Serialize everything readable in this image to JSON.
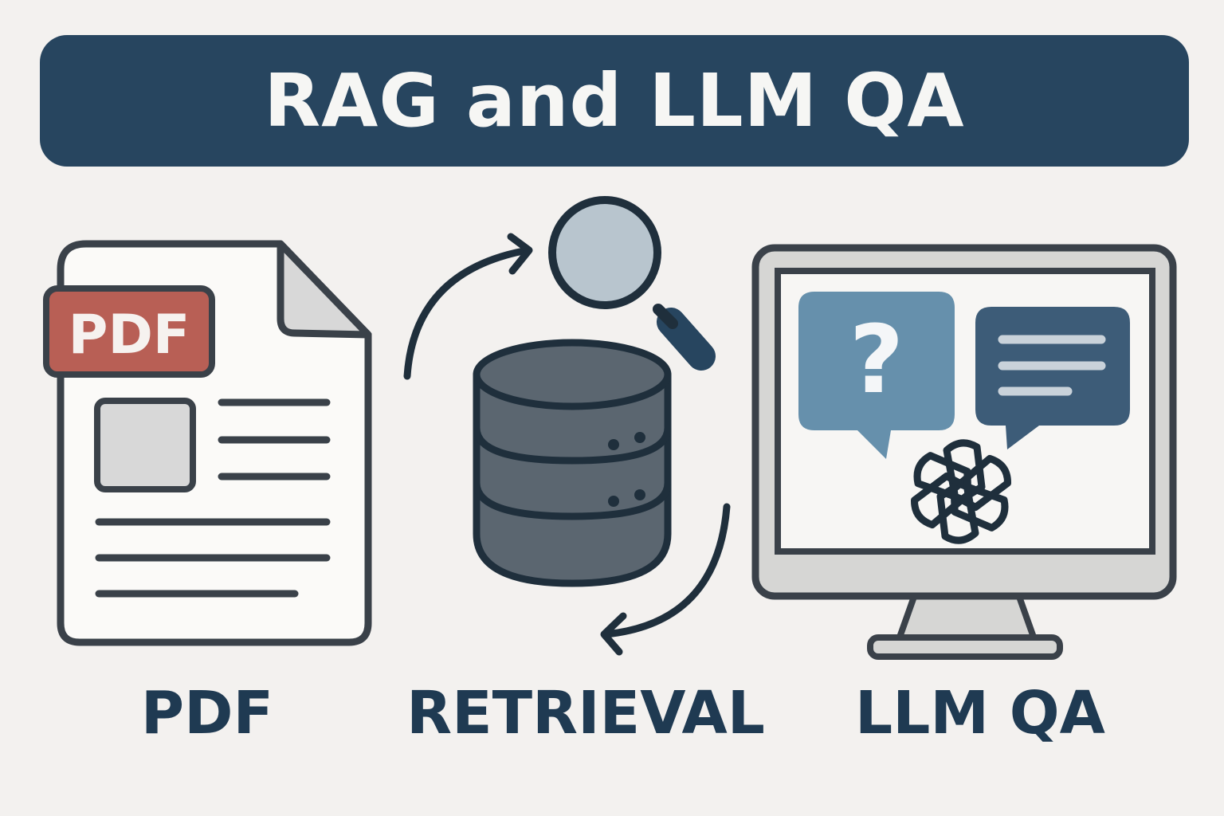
{
  "banner": {
    "title": "RAG and LLM QA"
  },
  "pdf_panel": {
    "tag_label": "PDF",
    "caption": "PDF",
    "icon": "pdf-document-icon"
  },
  "retrieval_panel": {
    "caption": "RETRIEVAL",
    "icons": [
      "database-icon",
      "magnifier-icon",
      "cycle-arrows-icon"
    ]
  },
  "llm_panel": {
    "caption": "LLM QA",
    "question_glyph": "?",
    "icons": [
      "monitor-icon",
      "question-bubble-icon",
      "answer-bubble-icon",
      "llm-logo-icon"
    ]
  },
  "colors": {
    "background": "#f3f1ef",
    "banner": "#27455f",
    "outline": "#3a4149",
    "pdf_tag": "#b85f55",
    "database": "#5b6670",
    "question_bubble": "#6690ac",
    "answer_bubble": "#3d5c78",
    "caption_text": "#1f3a52"
  }
}
